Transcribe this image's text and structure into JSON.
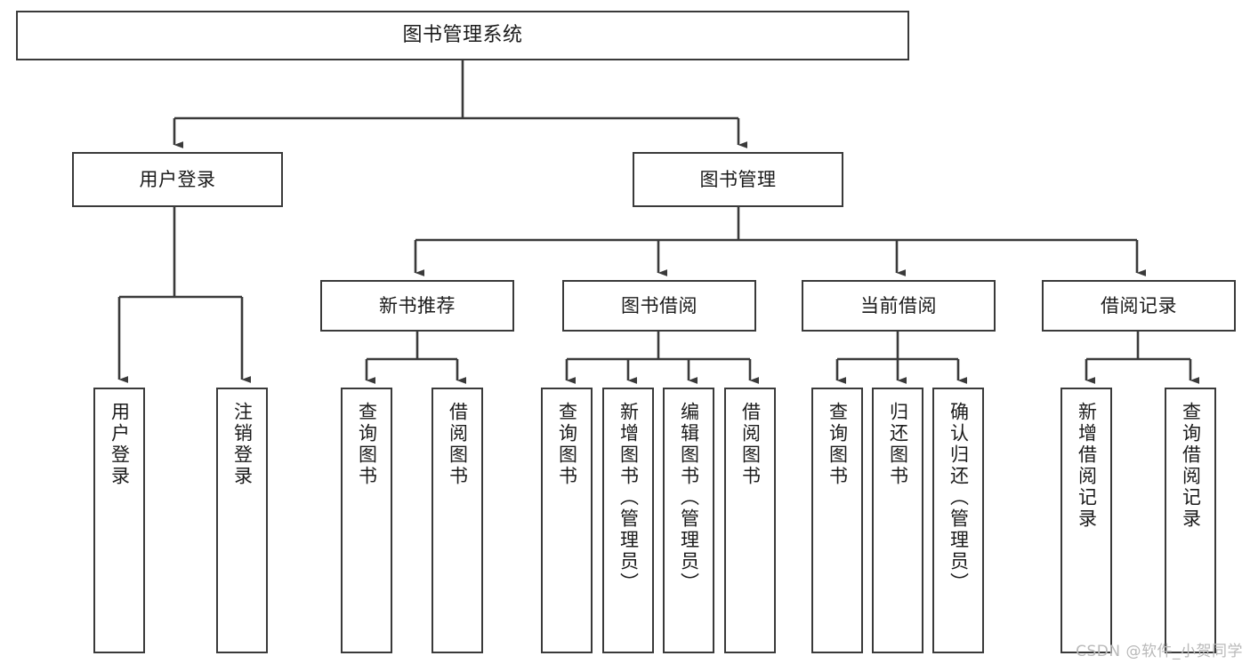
{
  "diagram": {
    "title": "图书管理系统",
    "watermark": "CSDN @软件_小贺同学",
    "colors": {
      "box_border": "#3a3a3a",
      "edge": "#3a3a3a",
      "background": "#ffffff",
      "text": "#1b1b1b",
      "watermark": "#b9b9b9"
    },
    "nodes": {
      "root": {
        "label": "图书管理系统"
      },
      "level2": [
        {
          "label": "用户登录"
        },
        {
          "label": "图书管理"
        }
      ],
      "level3": [
        {
          "label": "新书推荐"
        },
        {
          "label": "图书借阅"
        },
        {
          "label": "当前借阅"
        },
        {
          "label": "借阅记录"
        }
      ],
      "leaves": {
        "user_login": [
          {
            "label": "用户登录"
          },
          {
            "label": "注销登录"
          }
        ],
        "new_book_recommend": [
          {
            "label": "查询图书"
          },
          {
            "label": "借阅图书"
          }
        ],
        "book_borrow": [
          {
            "label": "查询图书"
          },
          {
            "label": "新增图书（管理员）"
          },
          {
            "label": "编辑图书（管理员）"
          },
          {
            "label": "借阅图书"
          }
        ],
        "current_borrow": [
          {
            "label": "查询图书"
          },
          {
            "label": "归还图书"
          },
          {
            "label": "确认归还（管理员）"
          }
        ],
        "borrow_record": [
          {
            "label": "新增借阅记录"
          },
          {
            "label": "查询借阅记录"
          }
        ]
      }
    }
  }
}
